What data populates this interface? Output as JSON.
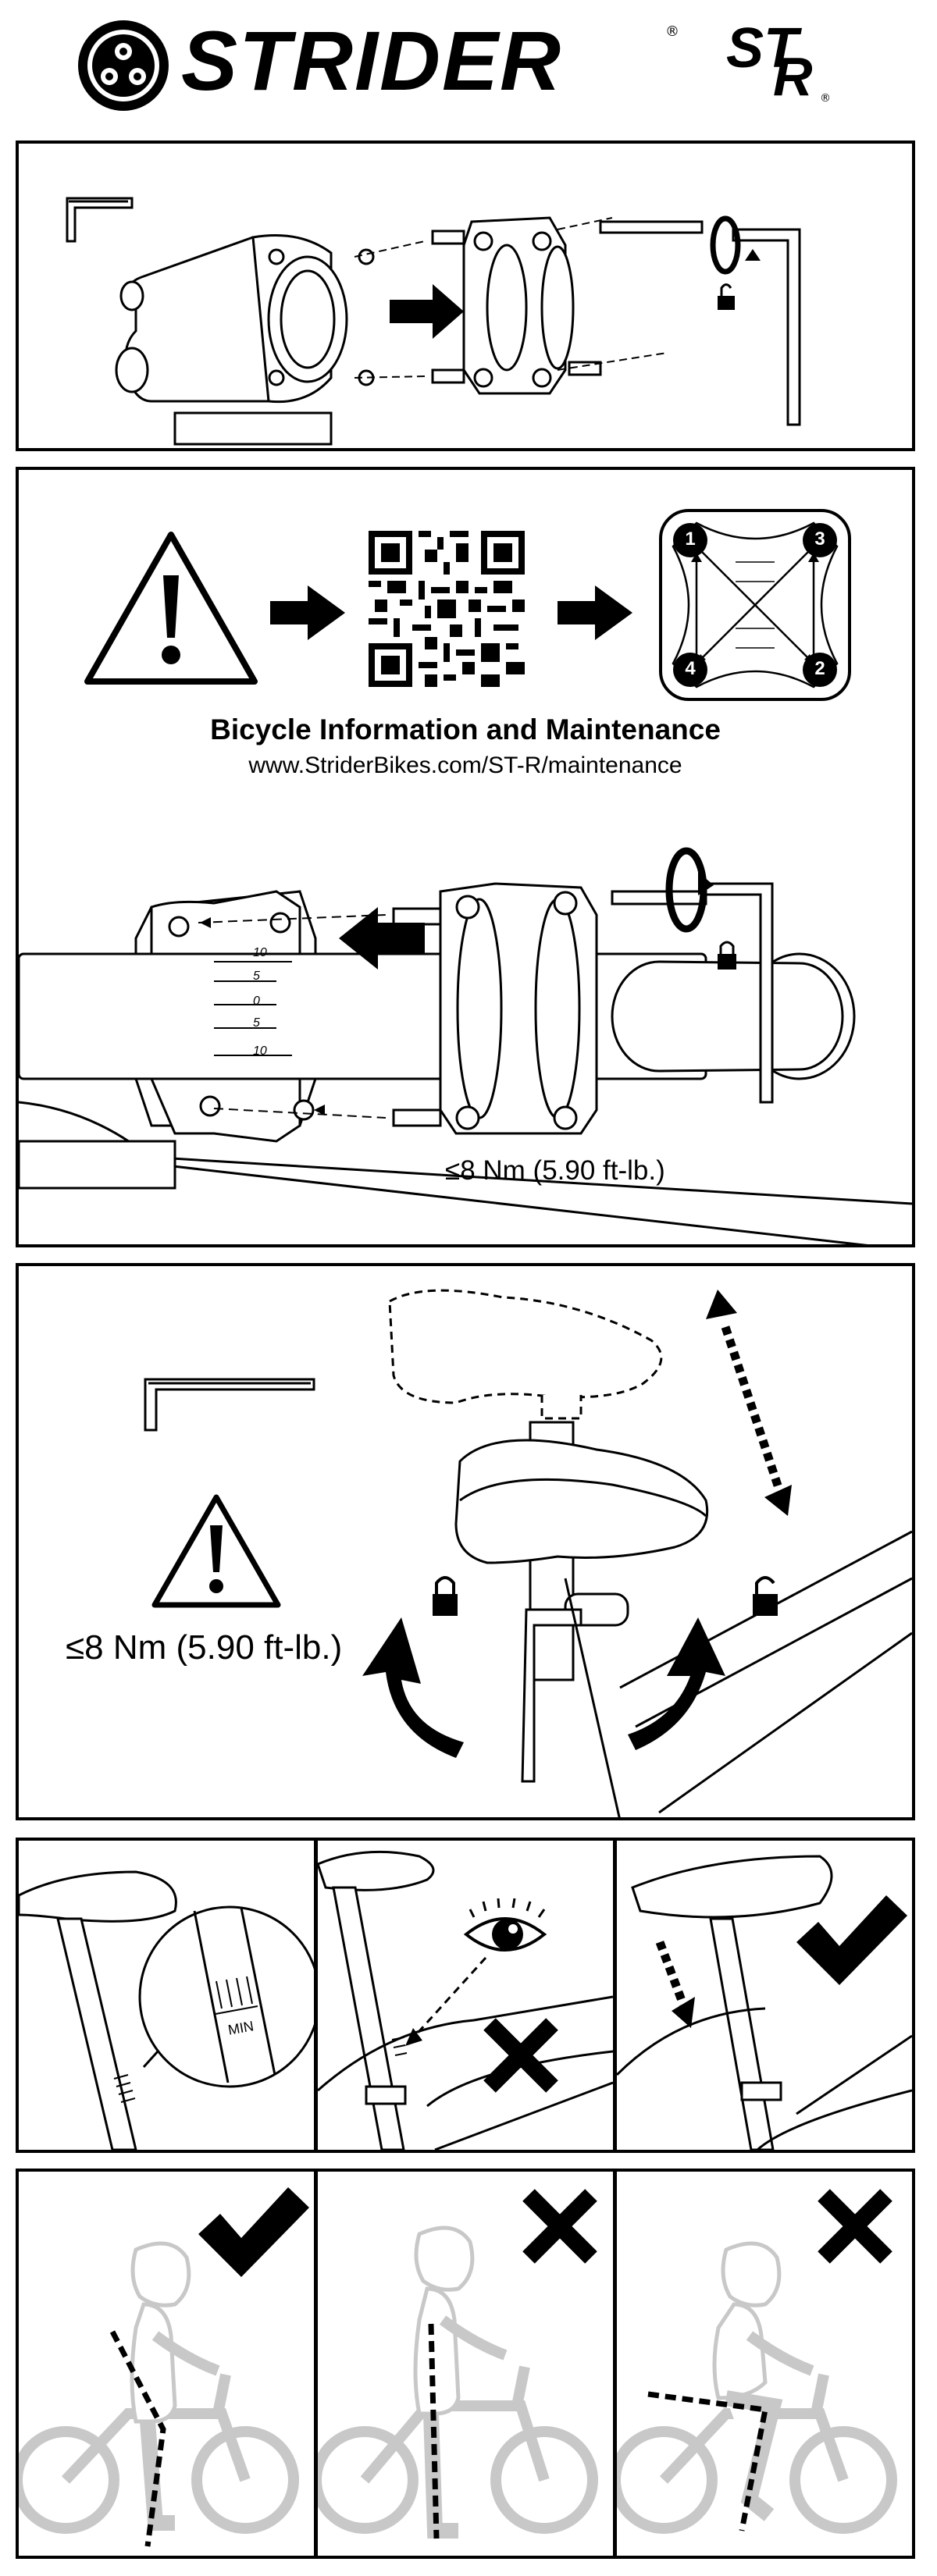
{
  "header": {
    "brand": "STRIDER",
    "model": "ST",
    "model_sub": "R",
    "registered": "®"
  },
  "panel2": {
    "title": "Bicycle Information and Maintenance",
    "url": "www.StriderBikes.com/ST-R/maintenance",
    "torque": "≤8 Nm  (5.90 ft-lb.)",
    "bolt_sequence": [
      "1",
      "2",
      "3",
      "4"
    ],
    "clamp_scale": [
      "10",
      "5",
      "0",
      "5",
      "10"
    ]
  },
  "panel3": {
    "torque": "≤8 Nm  (5.90 ft-lb.)"
  },
  "panel4": {
    "min_label": "MIN"
  },
  "icons": {
    "lock": "lock-icon",
    "unlock": "unlock-icon",
    "warning": "warning-icon",
    "check": "checkmark-icon",
    "cross": "cross-icon",
    "eye": "eye-icon",
    "qr": "qr-code",
    "hex_key": "hex-key-icon"
  },
  "colors": {
    "ink": "#000000",
    "paper": "#ffffff",
    "rider_gray": "#c8c8c8"
  }
}
